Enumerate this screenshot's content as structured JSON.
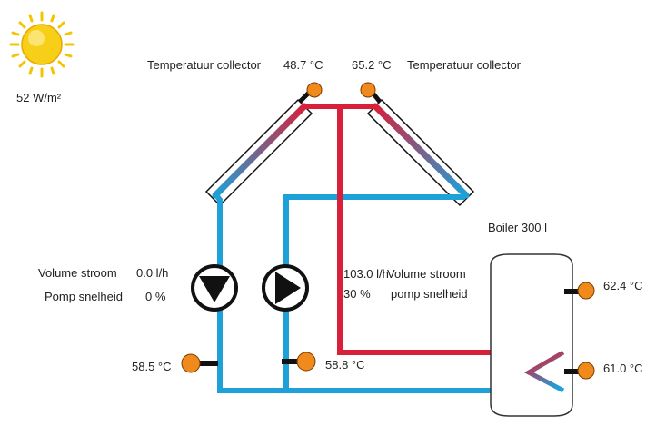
{
  "sun": {
    "irradiance": "52 W/m²",
    "icon": "sun-icon"
  },
  "collectors": [
    {
      "label": "Temperatuur collector",
      "temperature": "48.7 °C"
    },
    {
      "label": "Temperatuur collector",
      "temperature": "65.2 °C"
    }
  ],
  "boiler": {
    "title": "Boiler 300 l",
    "temp_top": "62.4 °C",
    "temp_bottom": "61.0 °C"
  },
  "pumps": [
    {
      "flow_label": "Volume stroom",
      "flow": "0.0 l/h",
      "speed_label": "Pomp snelheid",
      "speed": "0 %"
    },
    {
      "flow_label": "Volume stroom",
      "flow": "103.0 l/h",
      "speed_label": "pomp snelheid",
      "speed": "30 %"
    }
  ],
  "return_sensors": [
    {
      "temperature": "58.5 °C"
    },
    {
      "temperature": "58.8 °C"
    }
  ],
  "colors": {
    "hot": "#d8203a",
    "cold": "#1ea0d8",
    "sensor": "#f08a1c",
    "sensor_stroke": "#7a3c00",
    "pump": "#111111",
    "sun": "#f5c400"
  }
}
